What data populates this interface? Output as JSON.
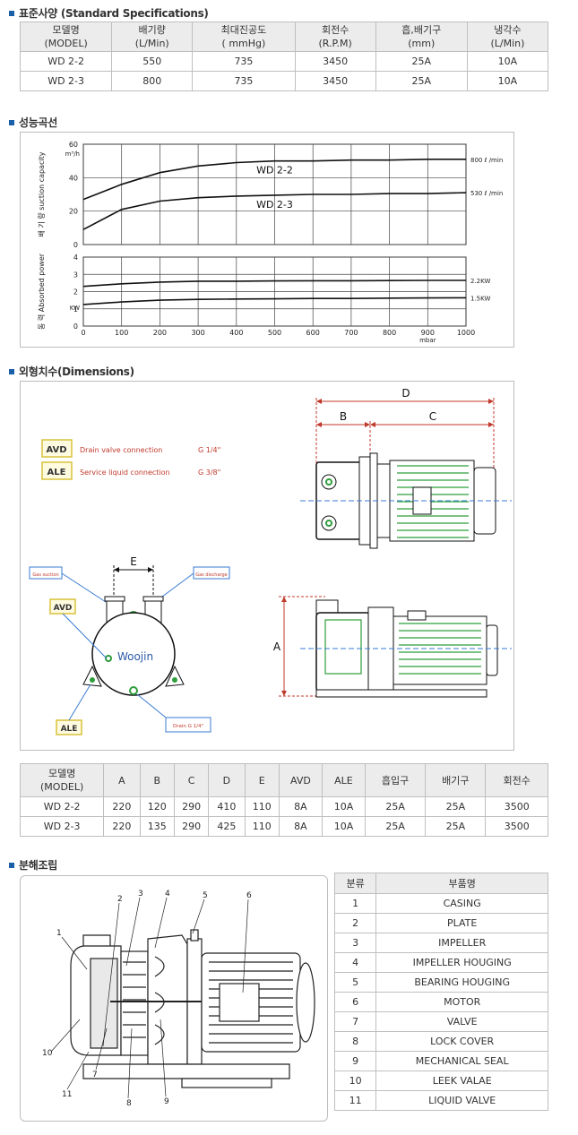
{
  "section_spec": {
    "title": "표준사양 (Standard Specifications)",
    "headers": [
      [
        "모델명",
        "(MODEL)"
      ],
      [
        "배기량",
        "(L/Min)"
      ],
      [
        "최대진공도",
        "( mmHg)"
      ],
      [
        "회전수",
        "(R.P.M)"
      ],
      [
        "흡,배기구",
        "(mm)"
      ],
      [
        "냉각수",
        "(L/Min)"
      ]
    ],
    "rows": [
      [
        "WD 2-2",
        "550",
        "735",
        "3450",
        "25A",
        "10A"
      ],
      [
        "WD 2-3",
        "800",
        "735",
        "3450",
        "25A",
        "10A"
      ]
    ]
  },
  "section_perf": {
    "title": "성능곡선",
    "chart_data": [
      {
        "type": "line",
        "ylabel": "배 기 량  suction capacity",
        "yunit": "m³/h",
        "ylim": [
          0,
          60
        ],
        "yticks": [
          "0",
          "20",
          "40",
          "60"
        ],
        "xlim": [
          0,
          1000
        ],
        "grid": true,
        "series": [
          {
            "name": "WD 2-2",
            "end_label": "800 ℓ /min",
            "x": [
              0,
              100,
              200,
              300,
              400,
              500,
              600,
              700,
              800,
              900,
              1000
            ],
            "y": [
              27,
              36,
              43,
              47,
              49,
              50,
              50,
              50.5,
              50.5,
              51,
              51
            ]
          },
          {
            "name": "WD 2-3",
            "end_label": "530 ℓ /min",
            "x": [
              0,
              100,
              200,
              300,
              400,
              500,
              600,
              700,
              800,
              900,
              1000
            ],
            "y": [
              9,
              21,
              26,
              28,
              29,
              29.5,
              30,
              30,
              30.5,
              30.5,
              31
            ]
          }
        ]
      },
      {
        "type": "line",
        "ylabel": "동    력  Absorbed power",
        "yunit": "KW",
        "ylim": [
          0,
          4
        ],
        "yticks": [
          "0",
          "1",
          "2",
          "3",
          "4"
        ],
        "xlim": [
          0,
          1000
        ],
        "xticks": [
          "0",
          "100",
          "200",
          "300",
          "400",
          "500",
          "600",
          "700",
          "800",
          "900",
          "1000"
        ],
        "xlabel": "mbar",
        "grid": true,
        "series": [
          {
            "end_label": "2.2KW",
            "x": [
              0,
              100,
              200,
              300,
              400,
              500,
              600,
              700,
              800,
              900,
              1000
            ],
            "y": [
              2.3,
              2.45,
              2.55,
              2.6,
              2.6,
              2.62,
              2.63,
              2.63,
              2.64,
              2.65,
              2.65
            ]
          },
          {
            "end_label": "1.5KW",
            "x": [
              0,
              100,
              200,
              300,
              400,
              500,
              600,
              700,
              800,
              900,
              1000
            ],
            "y": [
              1.25,
              1.4,
              1.5,
              1.55,
              1.57,
              1.58,
              1.6,
              1.6,
              1.62,
              1.63,
              1.64
            ]
          }
        ]
      }
    ]
  },
  "section_dim": {
    "title": "외형치수(Dimensions)",
    "legend": [
      {
        "code": "AVD",
        "desc": "Drain valve connection",
        "size": "G 1/4\""
      },
      {
        "code": "ALE",
        "desc": "Service liquid connection",
        "size": "G 3/8\""
      }
    ],
    "labels": {
      "gas_suction": "Gas suction",
      "gas_discharge": "Gas discharge",
      "avd": "AVD",
      "ale": "ALE",
      "drain": "Drain G 1/4\"",
      "brand": "Woojin",
      "D": "D",
      "B": "B",
      "C": "C",
      "E": "E",
      "A": "A"
    },
    "headers": [
      [
        "모델명",
        "(MODEL)"
      ],
      [
        "A"
      ],
      [
        "B"
      ],
      [
        "C"
      ],
      [
        "D"
      ],
      [
        "E"
      ],
      [
        "AVD"
      ],
      [
        "ALE"
      ],
      [
        "흡입구"
      ],
      [
        "배기구"
      ],
      [
        "회전수"
      ]
    ],
    "rows": [
      [
        "WD 2-2",
        "220",
        "120",
        "290",
        "410",
        "110",
        "8A",
        "10A",
        "25A",
        "25A",
        "3500"
      ],
      [
        "WD 2-3",
        "220",
        "135",
        "290",
        "425",
        "110",
        "8A",
        "10A",
        "25A",
        "25A",
        "3500"
      ]
    ]
  },
  "section_parts": {
    "title": "분해조립",
    "headers": [
      "분류",
      "부품명"
    ],
    "rows": [
      [
        "1",
        "CASING"
      ],
      [
        "2",
        "PLATE"
      ],
      [
        "3",
        "IMPELLER"
      ],
      [
        "4",
        "IMPELLER HOUGING"
      ],
      [
        "5",
        "BEARING HOUGING"
      ],
      [
        "6",
        "MOTOR"
      ],
      [
        "7",
        "VALVE"
      ],
      [
        "8",
        "LOCK COVER"
      ],
      [
        "9",
        "MECHANICAL SEAL"
      ],
      [
        "10",
        "LEEK VALAE"
      ],
      [
        "11",
        "LIQUID VALVE"
      ]
    ],
    "callouts": [
      "1",
      "2",
      "3",
      "4",
      "5",
      "6",
      "7",
      "8",
      "9",
      "10",
      "11"
    ]
  }
}
